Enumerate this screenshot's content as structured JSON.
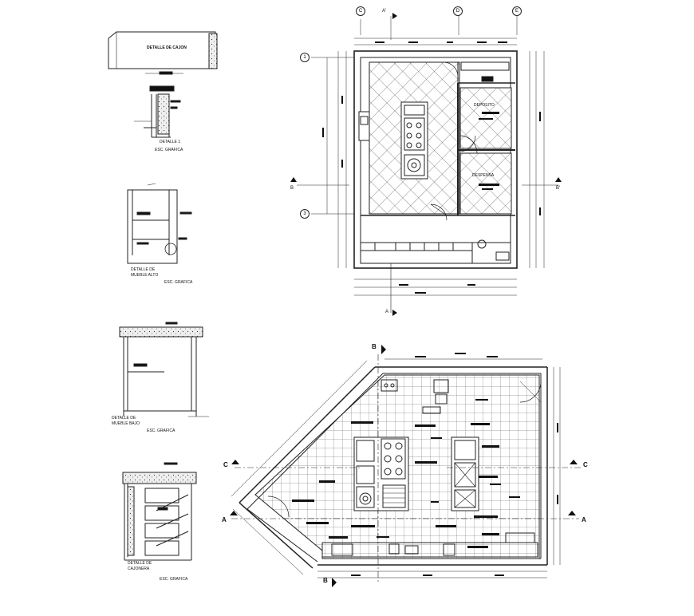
{
  "details": {
    "cajon_title": "DETALLE DE CAJON",
    "detalle1_label": "DETALLE 1",
    "detalle1_scale": "ESC. GRAFICA",
    "alto_label_line1": "DETALLE DE",
    "alto_label_line2": "MUEBLE ALTO",
    "alto_scale": "ESC. GRAFICA",
    "bajo_label_line1": "DETALLE DE",
    "bajo_label_line2": "MUEBLE BAJO",
    "bajo_scale": "ESC. GRAFICA",
    "cajonera_label_line1": "DETALLE DE",
    "cajonera_label_line2": "CAJONERA",
    "cajonera_scale": "ESC. GRAFICA"
  },
  "plan_top": {
    "grid_c": "C",
    "grid_d": "D",
    "grid_e": "E",
    "grid_1": "1",
    "grid_3": "3",
    "section_a_top": "A'",
    "section_a_bottom": "A",
    "section_b_left": "B",
    "section_b_right": "B'",
    "room_deposito": "DEPOSITO",
    "room_despensa": "DESPENSA"
  },
  "plan_bottom": {
    "section_b_top": "B",
    "section_b_bottom": "B",
    "section_c_left": "C",
    "section_c_right": "C",
    "section_a_left": "A",
    "section_a_right": "A"
  }
}
